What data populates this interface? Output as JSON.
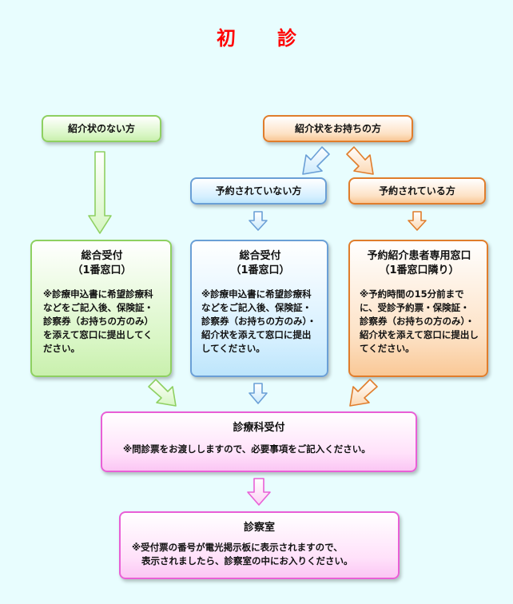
{
  "title_chars": [
    "初",
    "診"
  ],
  "top": {
    "no_referral": "紹介状のない方",
    "with_referral": "紹介状をお持ちの方"
  },
  "mid": {
    "not_reserved": "予約されていない方",
    "reserved": "予約されている方"
  },
  "counters": {
    "left": {
      "head1": "総合受付",
      "head2": "（1番窓口）",
      "note": "※診療申込書に希望診療科などをご記入後、保険証・診察券（お持ちの方のみ）を添えて窓口に提出してください。"
    },
    "center": {
      "head1": "総合受付",
      "head2": "（1番窓口）",
      "note": "※診療申込書に希望診療科などをご記入後、保険証・診察券（お持ちの方のみ）・紹介状を添えて窓口に提出してください。"
    },
    "right": {
      "head1": "予約紹介患者専用窓口",
      "head2": "（1番窓口隣り）",
      "note": "※予約時間の15分前までに、受診予約票・保険証・診察券（お持ちの方のみ）・紹介状を添えて窓口に提出してください。"
    }
  },
  "department": {
    "head": "診療科受付",
    "note": "※問診票をお渡ししますので、必要事項をご記入ください。"
  },
  "exam": {
    "head": "診察室",
    "note1": "※受付票の番号が電光掲示板に表示されますので、",
    "note2": "表示されましたら、診察室の中にお入りください。"
  },
  "colors": {
    "title": "#ff0000",
    "green": "#8ed061",
    "orange": "#e07d2c",
    "blue": "#6a9fd6",
    "pink": "#e95fd6"
  },
  "icons": [
    "down-arrow-icon",
    "diagonal-arrow-icon"
  ]
}
